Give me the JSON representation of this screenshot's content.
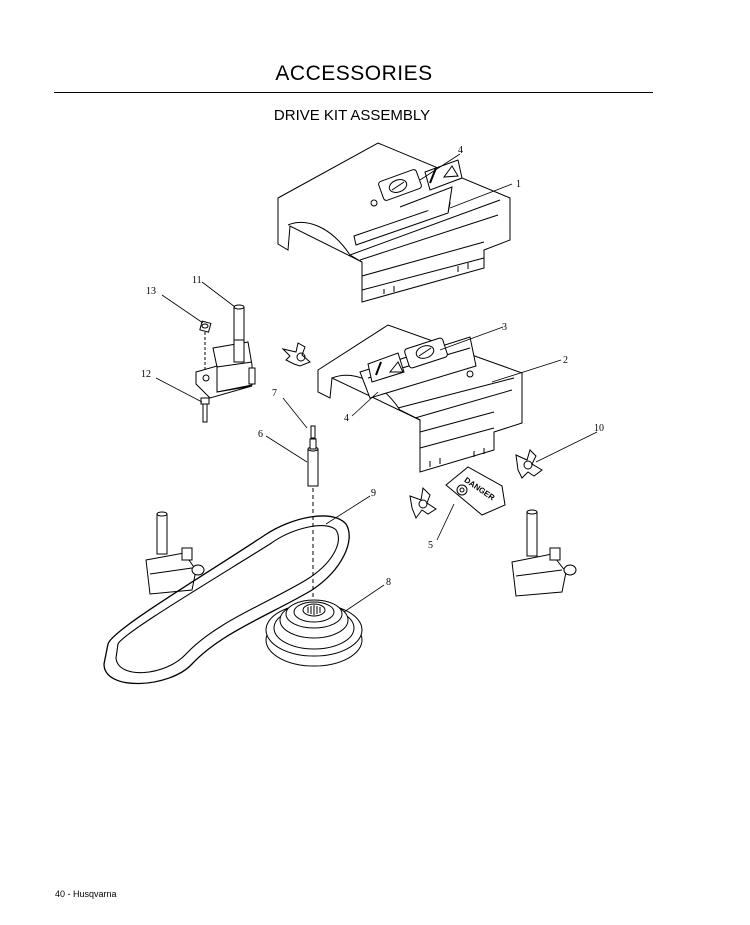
{
  "page": {
    "title": "ACCESSORIES",
    "subtitle": "DRIVE KIT ASSEMBLY",
    "footer": "40 - Husqvarna"
  },
  "diagram": {
    "callouts": [
      "1",
      "2",
      "3",
      "4",
      "4",
      "5",
      "6",
      "7",
      "8",
      "9",
      "10",
      "11",
      "12",
      "13"
    ],
    "decal_text": "DANGER"
  }
}
